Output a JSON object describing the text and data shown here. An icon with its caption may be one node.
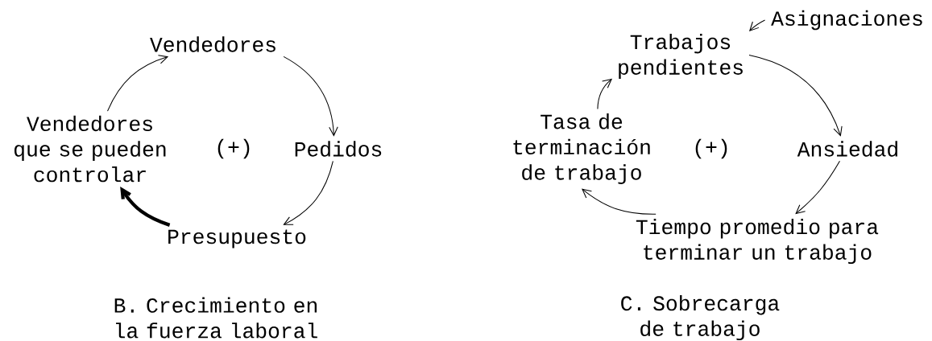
{
  "diagram": {
    "nodes": [
      {
        "text": [
          "Vendedores"
        ]
      },
      {
        "text": [
          "Pedidos"
        ]
      },
      {
        "text": [
          "Presupuesto"
        ]
      },
      {
        "text": [
          "Vendedores que se pueden controlar"
        ]
      },
      {
        "text": [
          "Asignaciones"
        ]
      },
      {
        "text": [
          "Trabajos pendientes"
        ]
      },
      {
        "text": [
          "Ansiedad"
        ]
      },
      {
        "text": [
          "Tiempo promedio para terminar un trabajo"
        ]
      },
      {
        "text": [
          "Tasa de terminación de trabajo"
        ]
      }
    ],
    "edges": [
      {
        "from": 0,
        "to": 1,
        "arrow": "to"
      },
      {
        "from": 1,
        "to": 2,
        "arrow": "to"
      },
      {
        "from": 2,
        "to": 3,
        "arrow": "to",
        "style": "thick"
      },
      {
        "from": 3,
        "to": 0,
        "arrow": "to"
      },
      {
        "from": 4,
        "to": 5,
        "arrow": "to"
      },
      {
        "from": 5,
        "to": 6,
        "arrow": "to"
      },
      {
        "from": 6,
        "to": 7,
        "arrow": "to"
      },
      {
        "from": 7,
        "to": 8,
        "arrow": "to"
      },
      {
        "from": 8,
        "to": 5,
        "arrow": "to"
      }
    ],
    "labels": [
      "(+)",
      "(+)",
      "B. Crecimiento en la fuerza laboral",
      "C. Sobrecarga de trabajo"
    ]
  }
}
